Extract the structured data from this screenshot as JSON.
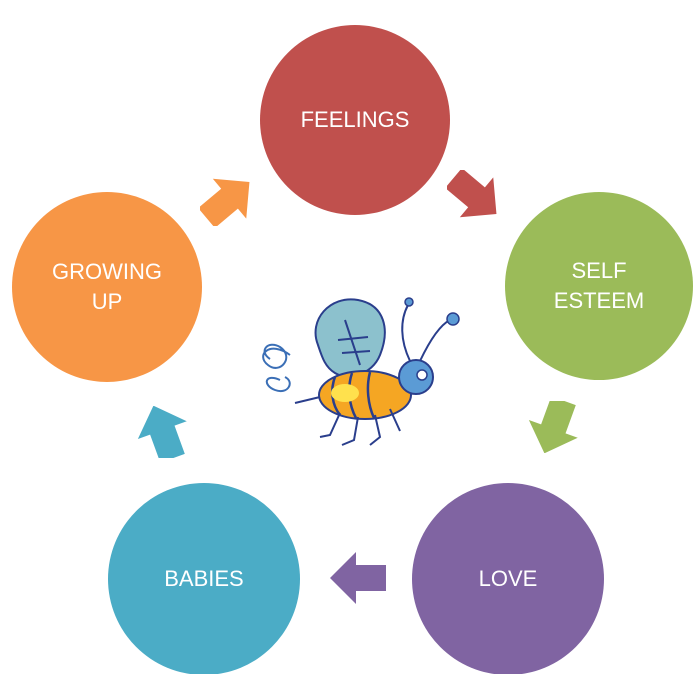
{
  "diagram": {
    "nodes": [
      {
        "id": "feelings",
        "label": "FEELINGS",
        "color": "#C0504D"
      },
      {
        "id": "self-esteem",
        "label": "SELF\nESTEEM",
        "color": "#9BBB59"
      },
      {
        "id": "love",
        "label": "LOVE",
        "color": "#8064A2"
      },
      {
        "id": "babies",
        "label": "BABIES",
        "color": "#4BACC6"
      },
      {
        "id": "growing-up",
        "label": "GROWING\nUP",
        "color": "#F79646"
      }
    ],
    "arrows": [
      {
        "from": "feelings",
        "to": "self-esteem",
        "color": "#C0504D"
      },
      {
        "from": "self-esteem",
        "to": "love",
        "color": "#9BBB59"
      },
      {
        "from": "love",
        "to": "babies",
        "color": "#8064A2"
      },
      {
        "from": "babies",
        "to": "growing-up",
        "color": "#4BACC6"
      },
      {
        "from": "growing-up",
        "to": "feelings",
        "color": "#F79646"
      }
    ],
    "center_image": "bee-clipart-icon"
  }
}
